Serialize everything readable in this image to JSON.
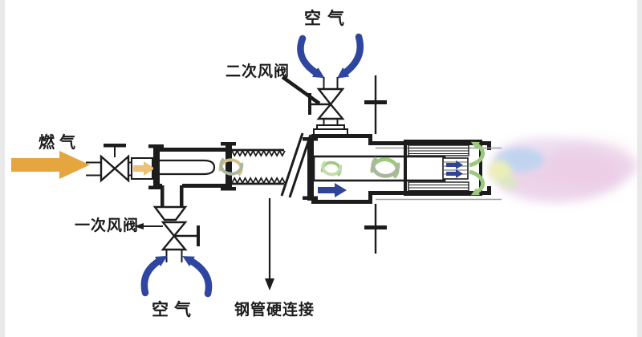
{
  "labels": {
    "gas": "燃气",
    "air_top": "空气",
    "air_bottom": "空气",
    "secondary_valve": "二次风阀",
    "primary_valve": "一次风阀",
    "pipe_connection": "钢管硬连接"
  },
  "colors": {
    "ink": "#1c1c1c",
    "gas_label": "#c7b176",
    "gas_arrow": "#e5a53f",
    "gas_arrow_light": "#eac27a",
    "air_blue": "#2e46a0",
    "flow_blue": "#2f4497",
    "swirl_green": "#9cc97e",
    "swirl_green_light": "#c2ddaa",
    "swirl_tan": "#d2c08a",
    "swirl_gray": "#aab79e",
    "flame_lavender": "#ead9ef",
    "flame_pink": "#eccae4",
    "flame_blue": "#bcd4f0",
    "flame_yellow": "#ebf0b4",
    "flame_green": "#d8eab8",
    "frame_gray": "#e9e9e9",
    "wall_gray": "#9a9a9a"
  }
}
